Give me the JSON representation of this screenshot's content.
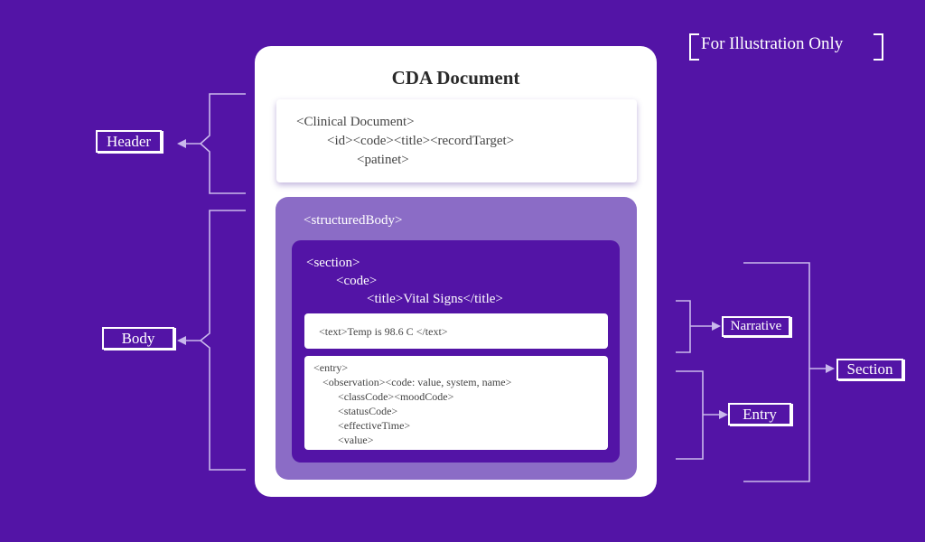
{
  "title": "CDA Document",
  "illustration_note": "For Illustration Only",
  "header_block": {
    "line1": "<Clinical Document>",
    "line2": "<id><code><title><recordTarget>",
    "line3": "<patinet>"
  },
  "structured_body_label": "<structuredBody>",
  "section_block": {
    "section_tag": "<section>",
    "code_tag": "<code>",
    "title_tag": "<title>Vital Signs</title>"
  },
  "narrative_text": "<text>Temp is 98.6 C </text>",
  "entry_block": {
    "line1": "<entry>",
    "line2": "<observation><code: value, system, name>",
    "line3": "<classCode><moodCode>",
    "line4": "<statusCode>",
    "line5": "<effectiveTime>",
    "line6": "<value>"
  },
  "labels": {
    "header": "Header",
    "body": "Body",
    "narrative": "Narrative",
    "entry": "Entry",
    "section": "Section"
  }
}
